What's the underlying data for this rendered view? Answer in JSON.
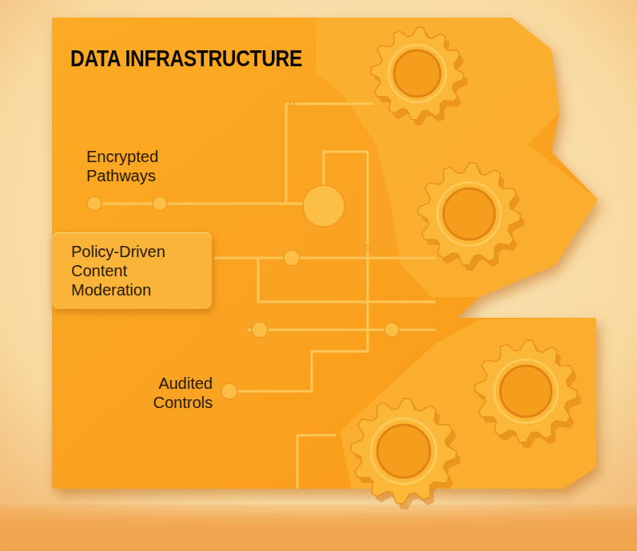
{
  "diagram": {
    "title": "DATA INFRASTRUCTURE",
    "nodes": [
      {
        "text": [
          "Policy-Driven Content Moderation"
        ]
      }
    ],
    "labels": [
      "Encrypted Pathways",
      "Audited Controls"
    ]
  }
}
